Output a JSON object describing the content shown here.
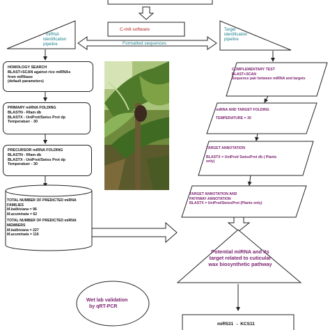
{
  "software_box": {
    "label": "C-mili software"
  },
  "formatted": {
    "label": "Formatted sequences"
  },
  "left_pipeline": {
    "label_line1": "miRNA",
    "label_line2": "identification",
    "label_line3": "pipeline"
  },
  "right_pipeline": {
    "label_line1": "Target",
    "label_line2": "identification",
    "label_line3": "pipeline"
  },
  "left_boxes": [
    {
      "title": "HOMOLOGY SEARCH",
      "lines": [
        "BLAST+SCAN against rice miRNAs",
        "from miRbase",
        "(default parameters)"
      ]
    },
    {
      "title": "PRIMARY miRNA FOLDING",
      "lines": [
        "BLASTN - Rfam db",
        "BLASTX - UniProt/Swiss Prot dp",
        "Temperatuer - 30"
      ]
    },
    {
      "title": "PRECURSOR miRNA FOLDING",
      "lines": [
        "BLASTN - Rfam db",
        "BLASTX - UniProt/Swiss Prot dp",
        "Temperatuer - 30"
      ]
    }
  ],
  "database": {
    "families_title_1": "TOTAL NUMBER OF PREDICTED miRNA",
    "families_title_2": "FAMILIES",
    "families_rows": [
      {
        "species": "M.balbisiana",
        "value": "= 96"
      },
      {
        "species": "M.acuminata",
        "value": "= 62"
      }
    ],
    "members_title_1": "TOTAL NUMBER OF PREDICTED miRNA",
    "members_title_2": "MEMBERS",
    "members_rows": [
      {
        "species": "M.balbisiana",
        "value": "= 227"
      },
      {
        "species": "M.acuminata",
        "value": "= 116"
      }
    ]
  },
  "right_boxes": [
    {
      "title": "COMPLEMENTARY TEST",
      "lines": [
        "BLAST+SCAN",
        "Sequence pair between miRNA and  targets"
      ]
    },
    {
      "title": "miRNA AND TARGET FOLDING",
      "lines": [
        "TEMPERATURE = 30"
      ]
    },
    {
      "title": "TARGET ANNOTATION",
      "lines": [
        "BLASTX = UniProt/ SwissProt db ( Plants",
        "only)"
      ]
    },
    {
      "title": "TARGET ANNOTATION AND",
      "lines": [
        "PATHWAY ANNOTATION",
        "BLASTX = UniProt/SwissProt (Plants only)"
      ]
    }
  ],
  "result": {
    "line1": "Potential miRNA and its",
    "line2": "target related to cuticular",
    "line3": "wax biosynthetic pathway"
  },
  "wetlab": {
    "line1": "Wet lab validation",
    "line2": "by  qRT-PCR"
  },
  "final": {
    "label": "miR531 → KCS11"
  },
  "colors": {
    "purple": "#7a1f6e",
    "red": "#b22222",
    "teal": "#1a7f8a"
  }
}
